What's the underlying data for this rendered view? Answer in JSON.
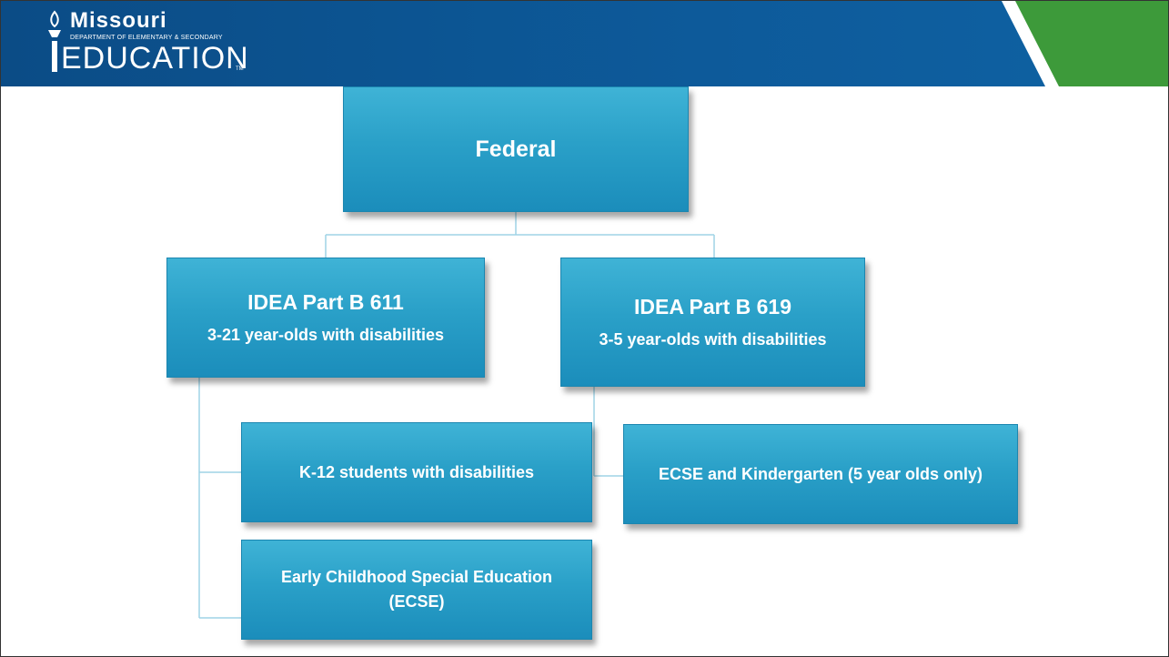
{
  "logo": {
    "state": "Missouri",
    "department": "DEPARTMENT OF ELEMENTARY & SECONDARY",
    "education": "EDUCATION",
    "trademark": "TM"
  },
  "colors": {
    "header_blue": "#0b4c86",
    "accent_green": "#3d9a3a",
    "box_light": "#3fb3d6",
    "box_dark": "#1b8dbb",
    "connector": "#9fd3e6"
  },
  "diagram": {
    "root": {
      "title": "Federal"
    },
    "branches": [
      {
        "title": "IDEA Part B 611",
        "subtitle": "3-21 year-olds with disabilities",
        "children": [
          {
            "text": "K-12 students with disabilities"
          },
          {
            "text": "Early Childhood Special Education (ECSE)"
          }
        ]
      },
      {
        "title": "IDEA Part B 619",
        "subtitle": "3-5 year-olds with disabilities",
        "children": [
          {
            "text": "ECSE and Kindergarten (5 year olds only)"
          }
        ]
      }
    ]
  }
}
